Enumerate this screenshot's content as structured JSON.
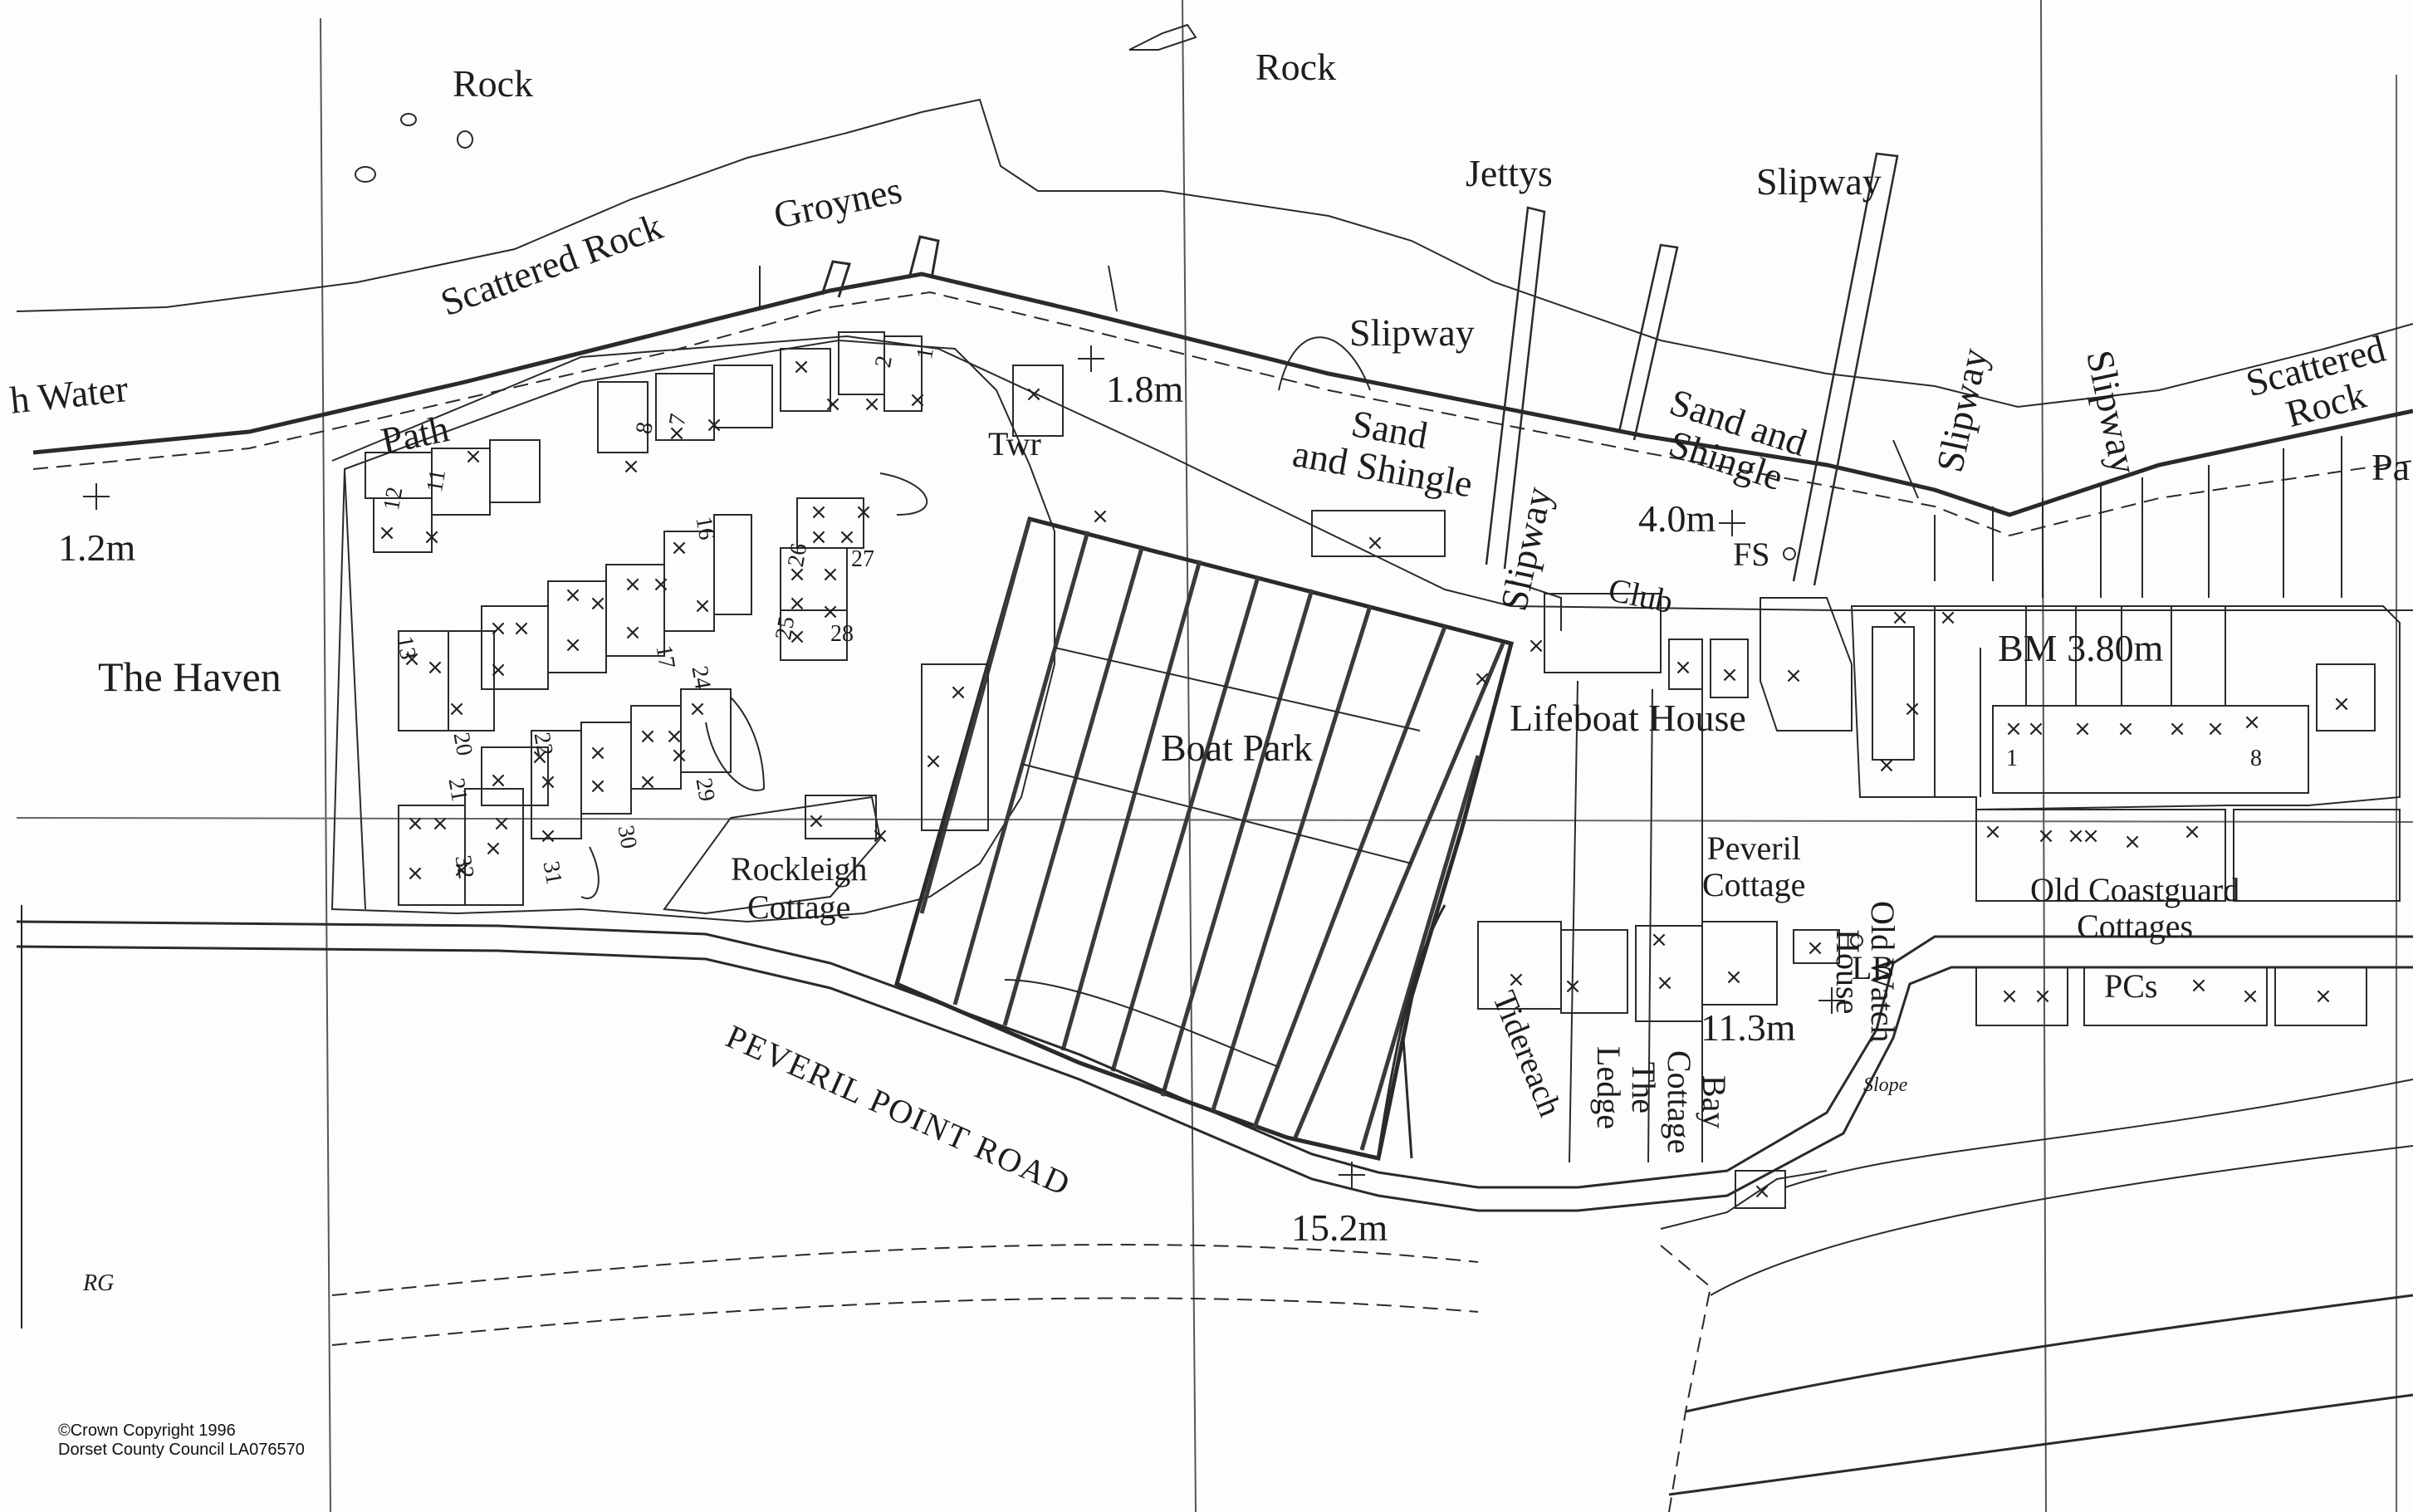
{
  "map": {
    "labels": {
      "rock_left": "Rock",
      "rock_right": "Rock",
      "water": "h Water",
      "scattered_rock_left": "Scattered Rock",
      "groynes": "Groynes",
      "jettys": "Jettys",
      "slipway_top": "Slipway",
      "slipway_mid": "Slipway",
      "slipway_club": "Slipway",
      "slipway_r1": "Slipway",
      "slipway_r2": "Slipway",
      "scattered_rock_right": "Scattered\nRock",
      "path_left": "Path",
      "path_right": "Pa",
      "twr": "Twr",
      "height_1_8": "1.8m",
      "height_1_2": "1.2m",
      "sand_shingle_1": "Sand\nand Shingle",
      "sand_shingle_2": "Sand and\nShingle",
      "height_4_0": "4.0m",
      "fs": "FS",
      "club": "Club",
      "the_haven": "The Haven",
      "boat_park": "Boat Park",
      "lifeboat_house": "Lifeboat House",
      "bm": "BM 3.80m",
      "peveril_cottage": "Peveril\nCottage",
      "old_watch_house": "Old Watch\nHouse",
      "old_coastguard": "Old Coastguard\nCottages",
      "rockleigh_cottage": "Rockleigh\nCottage",
      "road": "PEVERIL POINT ROAD",
      "tidereach": "Tidereach",
      "the_ledge": "The\nLedge",
      "bay_cottage": "Bay\nCottage",
      "height_11_3": "11.3m",
      "lb": "LB",
      "pcs": "PCs",
      "slope": "Slope",
      "height_15_2": "15.2m",
      "rg": "RG"
    },
    "plot_numbers": [
      "1",
      "2",
      "7",
      "8",
      "11",
      "12",
      "13",
      "16",
      "17",
      "20",
      "21",
      "22",
      "24",
      "25",
      "26",
      "27",
      "28",
      "29",
      "30",
      "31",
      "32"
    ],
    "cottage_numbers": [
      "1",
      "8"
    ],
    "copyright": {
      "line1": "©Crown Copyright 1996",
      "line2": "Dorset County Council LA076570"
    }
  }
}
